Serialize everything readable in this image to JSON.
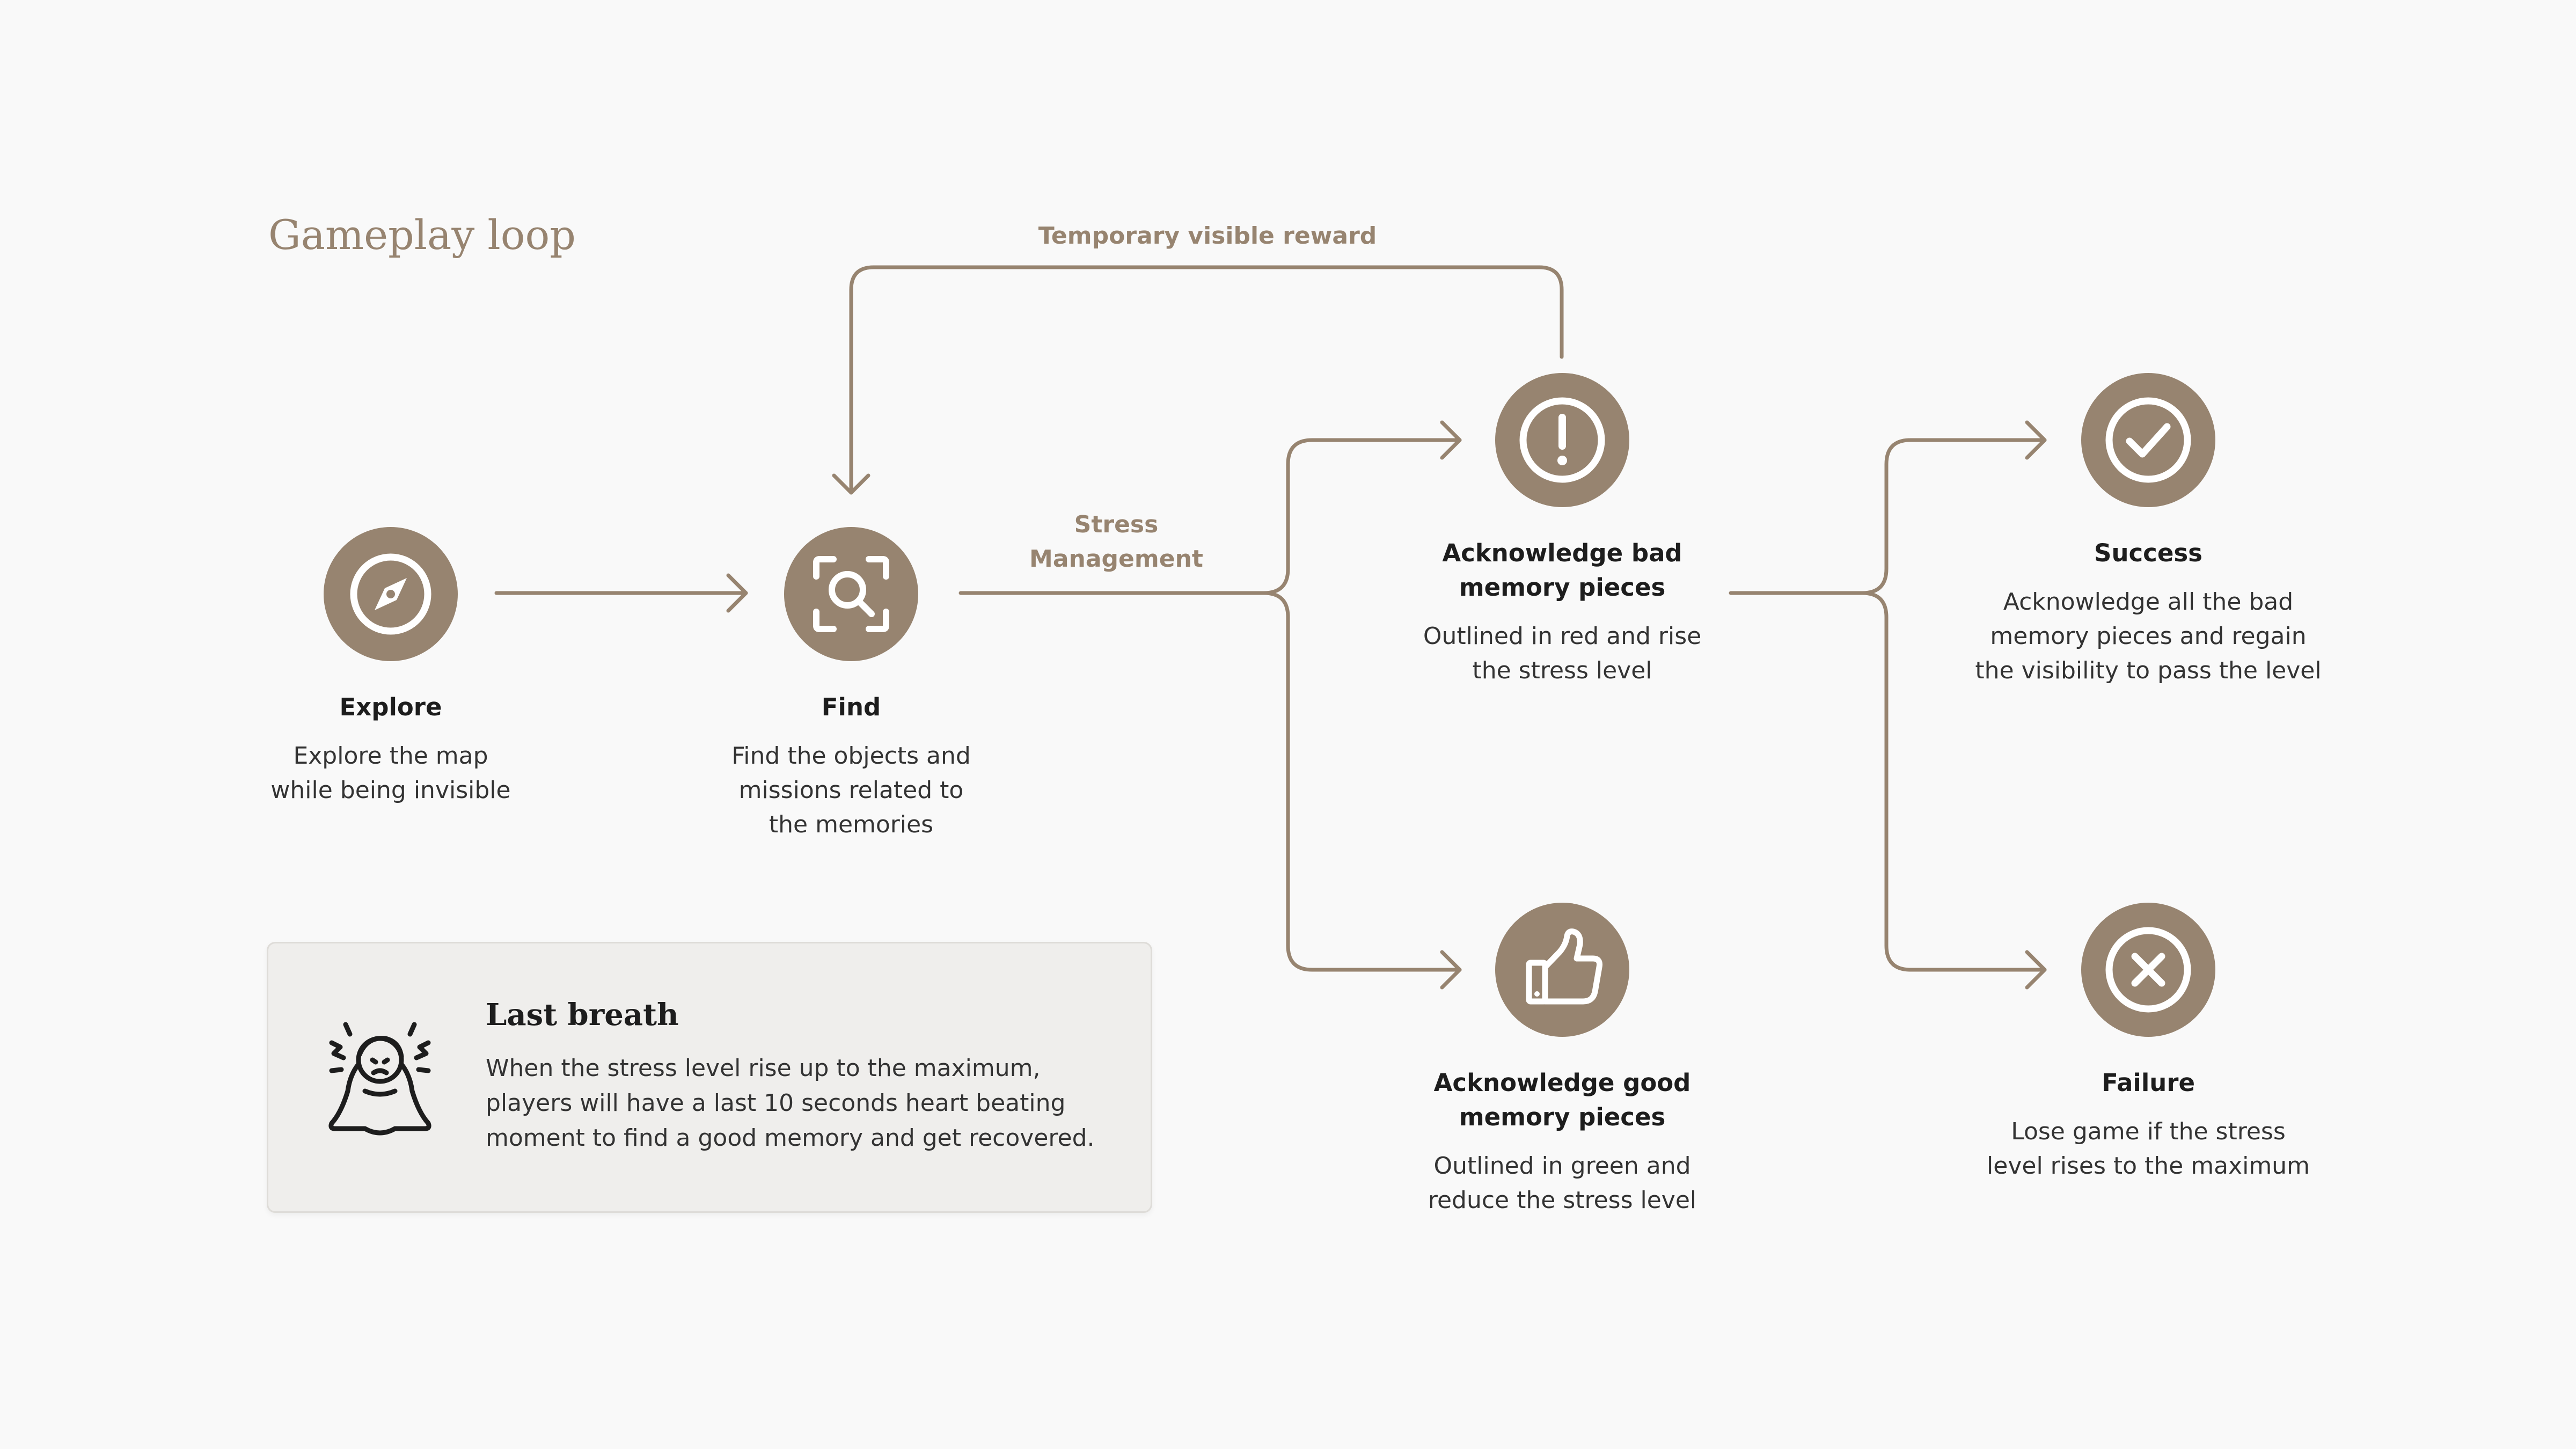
{
  "title": "Gameplay loop",
  "edge_labels": {
    "reward": "Temporary visible reward",
    "stress": "Stress\nManagement"
  },
  "nodes": {
    "explore": {
      "title": "Explore",
      "desc": "Explore the map\nwhile being invisible",
      "icon": "compass-icon"
    },
    "find": {
      "title": "Find",
      "desc": "Find the objects and\nmissions related to\nthe memories",
      "icon": "scan-search-icon"
    },
    "bad": {
      "title": "Acknowledge bad\nmemory pieces",
      "desc": "Outlined in red and rise\nthe stress level",
      "icon": "exclamation-icon"
    },
    "good": {
      "title": "Acknowledge good\nmemory pieces",
      "desc": "Outlined in green and\nreduce the stress level",
      "icon": "thumbs-up-icon"
    },
    "success": {
      "title": "Success",
      "desc": "Acknowledge all the bad\nmemory pieces and regain\nthe visibility to pass the level",
      "icon": "check-circle-icon"
    },
    "failure": {
      "title": "Failure",
      "desc": "Lose game if the stress\nlevel rises to the maximum",
      "icon": "x-circle-icon"
    }
  },
  "callout": {
    "title": "Last breath",
    "text": "When the stress level rise up to the maximum, players will have a last 10 seconds heart beating moment to find a good memory and get recovered.",
    "icon": "stressed-person-icon"
  },
  "colors": {
    "accent": "#978470",
    "background": "#f9f9f9",
    "text": "#1d1d1d",
    "callout_bg": "#efeeec"
  }
}
